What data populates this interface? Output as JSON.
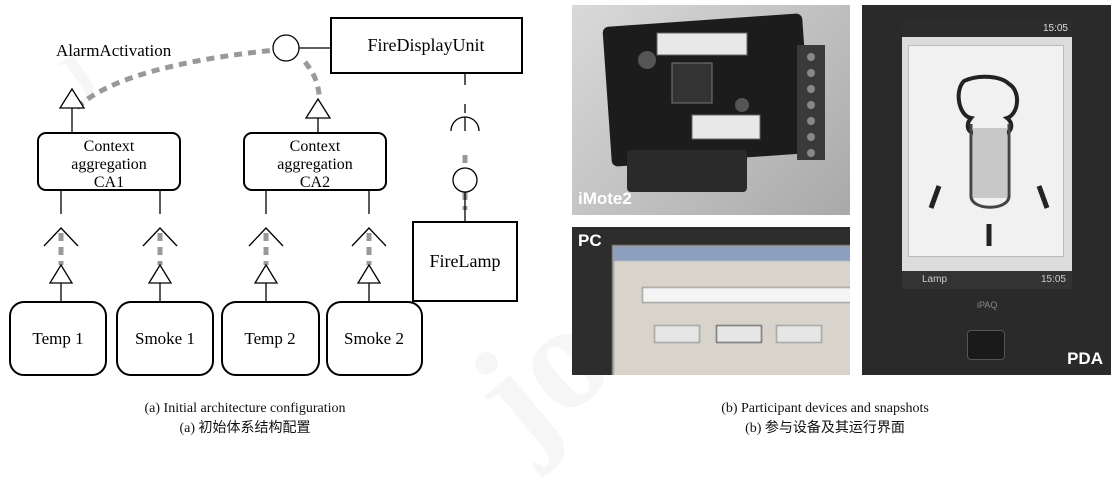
{
  "architecture": {
    "alarm_label": "AlarmActivation",
    "fire_display_unit": "FireDisplayUnit",
    "fire_lamp": "FireLamp",
    "ca1_lines": [
      "Context",
      "aggregation",
      "CA1"
    ],
    "ca2_lines": [
      "Context",
      "aggregation",
      "CA2"
    ],
    "sensors": [
      "Temp 1",
      "Smoke 1",
      "Temp 2",
      "Smoke 2"
    ]
  },
  "devices": {
    "imote_label": "iMote2",
    "pc_label": "PC",
    "pda_label": "PDA",
    "pda_taskbar_app": "Lamp",
    "pda_taskbar_time": "15:05",
    "pda_top_time": "15:05",
    "pda_brand": "iPAQ"
  },
  "captions": {
    "a_en": "(a) Initial architecture configuration",
    "a_zh": "(a)  初始体系结构配置",
    "b_en": "(b) Participant devices and snapshots",
    "b_zh": "(b)  参与设备及其运行界面"
  }
}
